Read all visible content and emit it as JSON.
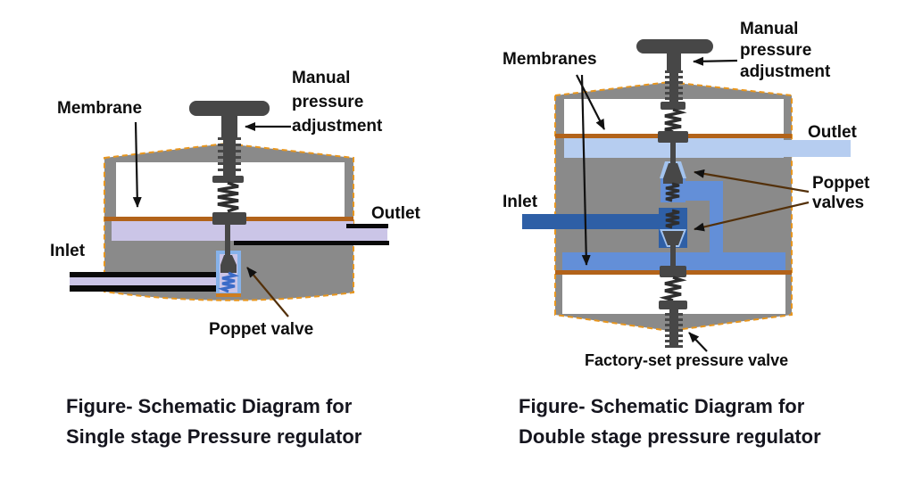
{
  "figure_left": {
    "labels": {
      "membrane": "Membrane",
      "manual_pressure": "Manual\npressure\nadjustment",
      "outlet": "Outlet",
      "inlet": "Inlet",
      "poppet_valve": "Poppet valve"
    },
    "caption": "Figure- Schematic Diagram for\nSingle stage Pressure regulator"
  },
  "figure_right": {
    "labels": {
      "membranes": "Membranes",
      "manual_pressure": "Manual\npressure\nadjustment",
      "outlet": "Outlet",
      "inlet": "Inlet",
      "poppet_valves": "Poppet\nvalves",
      "factory_valve": "Factory-set pressure valve"
    },
    "caption": "Figure- Schematic Diagram for\nDouble stage pressure regulator"
  },
  "palette": {
    "body_gray": "#8a8a8a",
    "membrane_orange": "#b2631a",
    "dashed_outline_orange": "#e8961e",
    "low_pressure_lavender": "#cbc5e7",
    "outlet_light_blue": "#b6cdf0",
    "mid_pressure_blue": "#638fd8",
    "inlet_dark_blue": "#2e5fa6",
    "valve_metal_gray": "#474747",
    "poppet_pocket_blue": "#86b2ea",
    "label_black": "#0d0d0d",
    "caption_dark": "#15151e"
  }
}
